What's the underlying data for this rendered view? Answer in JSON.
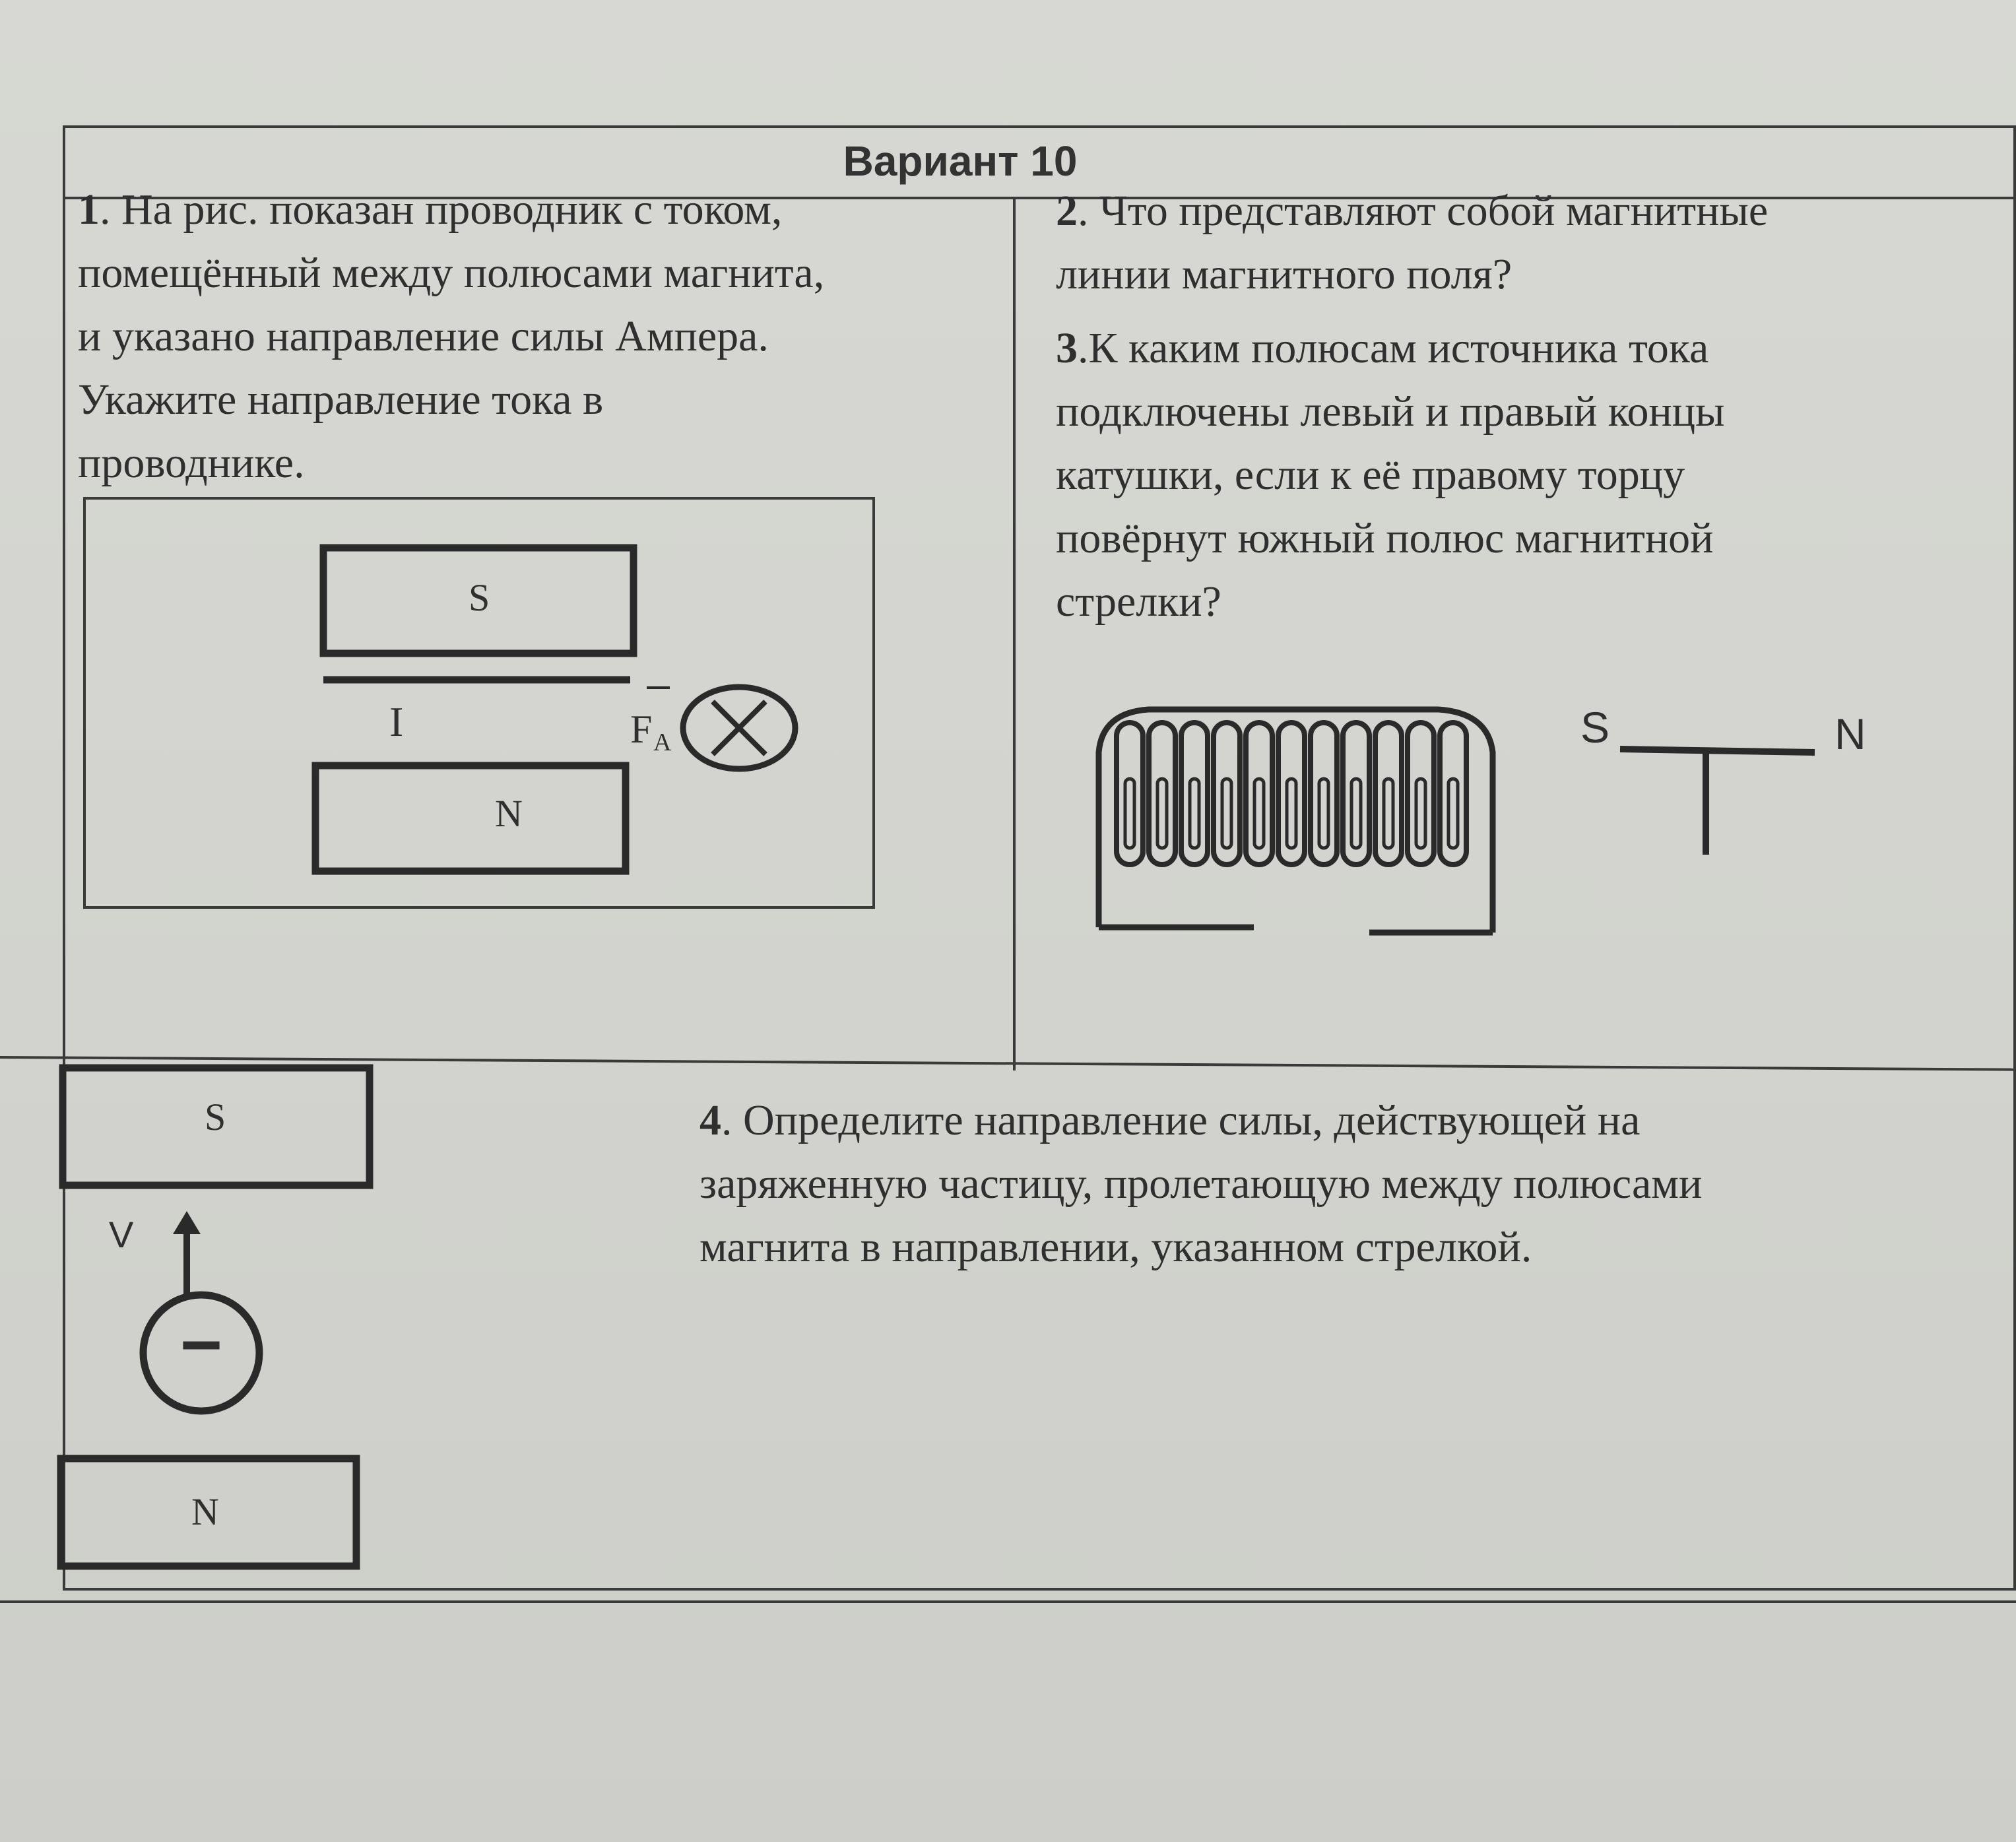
{
  "title": "Вариант 10",
  "q1": {
    "number": "1",
    "text": ". На рис. показан проводник с током,\nпомещённый между полюсами магнита,\nи указано направление силы Ампера.\nУкажите направление тока в\nпроводнике."
  },
  "q2": {
    "number": "2",
    "text": ". Что представляют собой  магнитные\nлинии магнитного поля?"
  },
  "q3": {
    "number": "3",
    "text": ".К каким полюсам источника тока\nподключены левый и правый концы\nкатушки, если к её правому торцу\nповёрнут южный полюс магнитной\nстрелки?"
  },
  "q4": {
    "number": "4",
    "text": ". Определите направление силы, действующей на\nзаряженную частицу, пролетающую между полюсами\nмагнита в направлении, указанном стрелкой."
  },
  "fig1": {
    "top_magnet": "S",
    "bottom_magnet": "N",
    "current_label": "I",
    "force_label": "F",
    "force_sub": "A"
  },
  "fig3": {
    "needle_left": "S",
    "needle_right": "N"
  },
  "fig4": {
    "top_magnet": "S",
    "bottom_magnet": "N",
    "velocity_label": "V",
    "charge_sign": "−"
  }
}
